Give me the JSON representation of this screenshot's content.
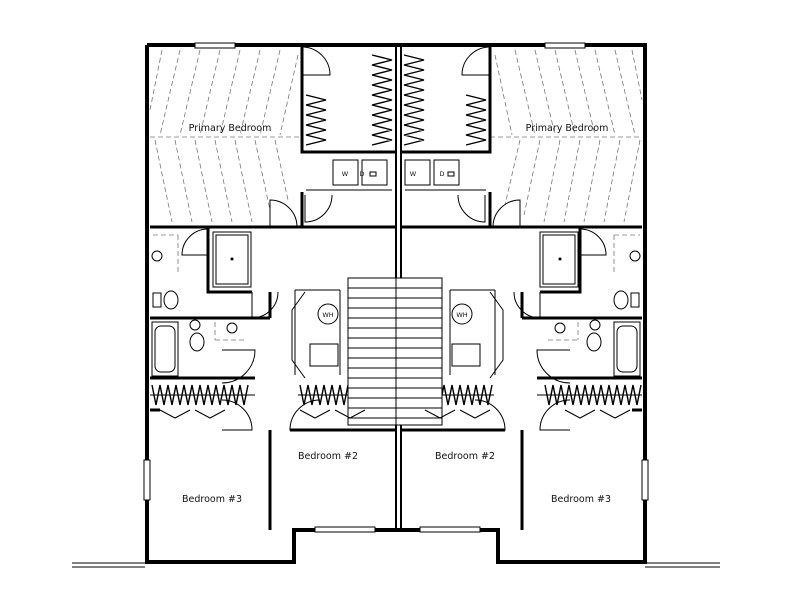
{
  "rooms": {
    "primary_left": "Primary Bedroom",
    "primary_right": "Primary Bedroom",
    "bed2_left": "Bedroom #2",
    "bed2_right": "Bedroom #2",
    "bed3_left": "Bedroom #3",
    "bed3_right": "Bedroom #3"
  },
  "fixtures": {
    "washer_left": "W",
    "dryer_left": "D",
    "washer_right": "W",
    "dryer_right": "D",
    "water_heater_left": "WH",
    "water_heater_right": "WH"
  }
}
